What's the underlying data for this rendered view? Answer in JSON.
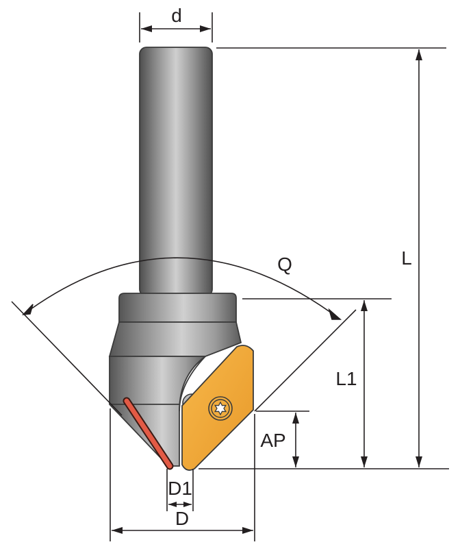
{
  "labels": {
    "d": "d",
    "L": "L",
    "Q": "Q",
    "L1": "L1",
    "AP": "AP",
    "D1": "D1",
    "D": "D"
  },
  "colors": {
    "insert": "#f3a833",
    "red_insert": "#e25a45",
    "body_light": "#c4c4c4",
    "body_dark": "#4a4a4a",
    "line": "#231f20"
  }
}
